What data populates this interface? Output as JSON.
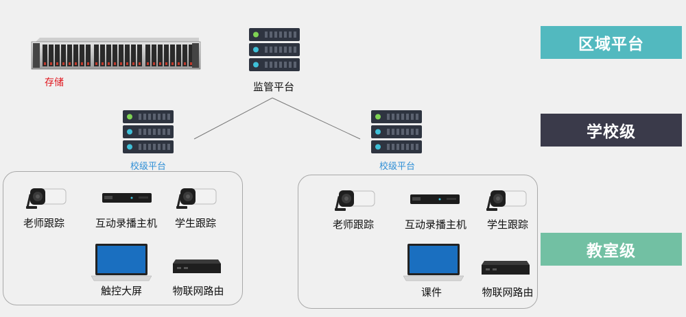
{
  "tiers": {
    "region": {
      "label": "区域平台",
      "color": "#52b9bf"
    },
    "school": {
      "label": "学校级",
      "color": "#3a3a4a"
    },
    "classroom": {
      "label": "教室级",
      "color": "#72c0a3"
    }
  },
  "storage": {
    "label": "存储"
  },
  "monitor": {
    "label": "监管平台"
  },
  "school_left": {
    "platform_label": "校级平台",
    "devices": {
      "teacher_cam": "老师跟踪",
      "recorder": "互动录播主机",
      "student_cam": "学生跟踪",
      "touch_screen": "触控大屏",
      "iot_router": "物联网路由"
    }
  },
  "school_right": {
    "platform_label": "校级平台",
    "devices": {
      "teacher_cam": "老师跟踪",
      "recorder": "互动录播主机",
      "student_cam": "学生跟踪",
      "courseware": "课件",
      "iot_router": "物联网路由"
    }
  },
  "colors": {
    "accent_blue": "#2f8fd6",
    "storage_red": "#e0141c"
  }
}
